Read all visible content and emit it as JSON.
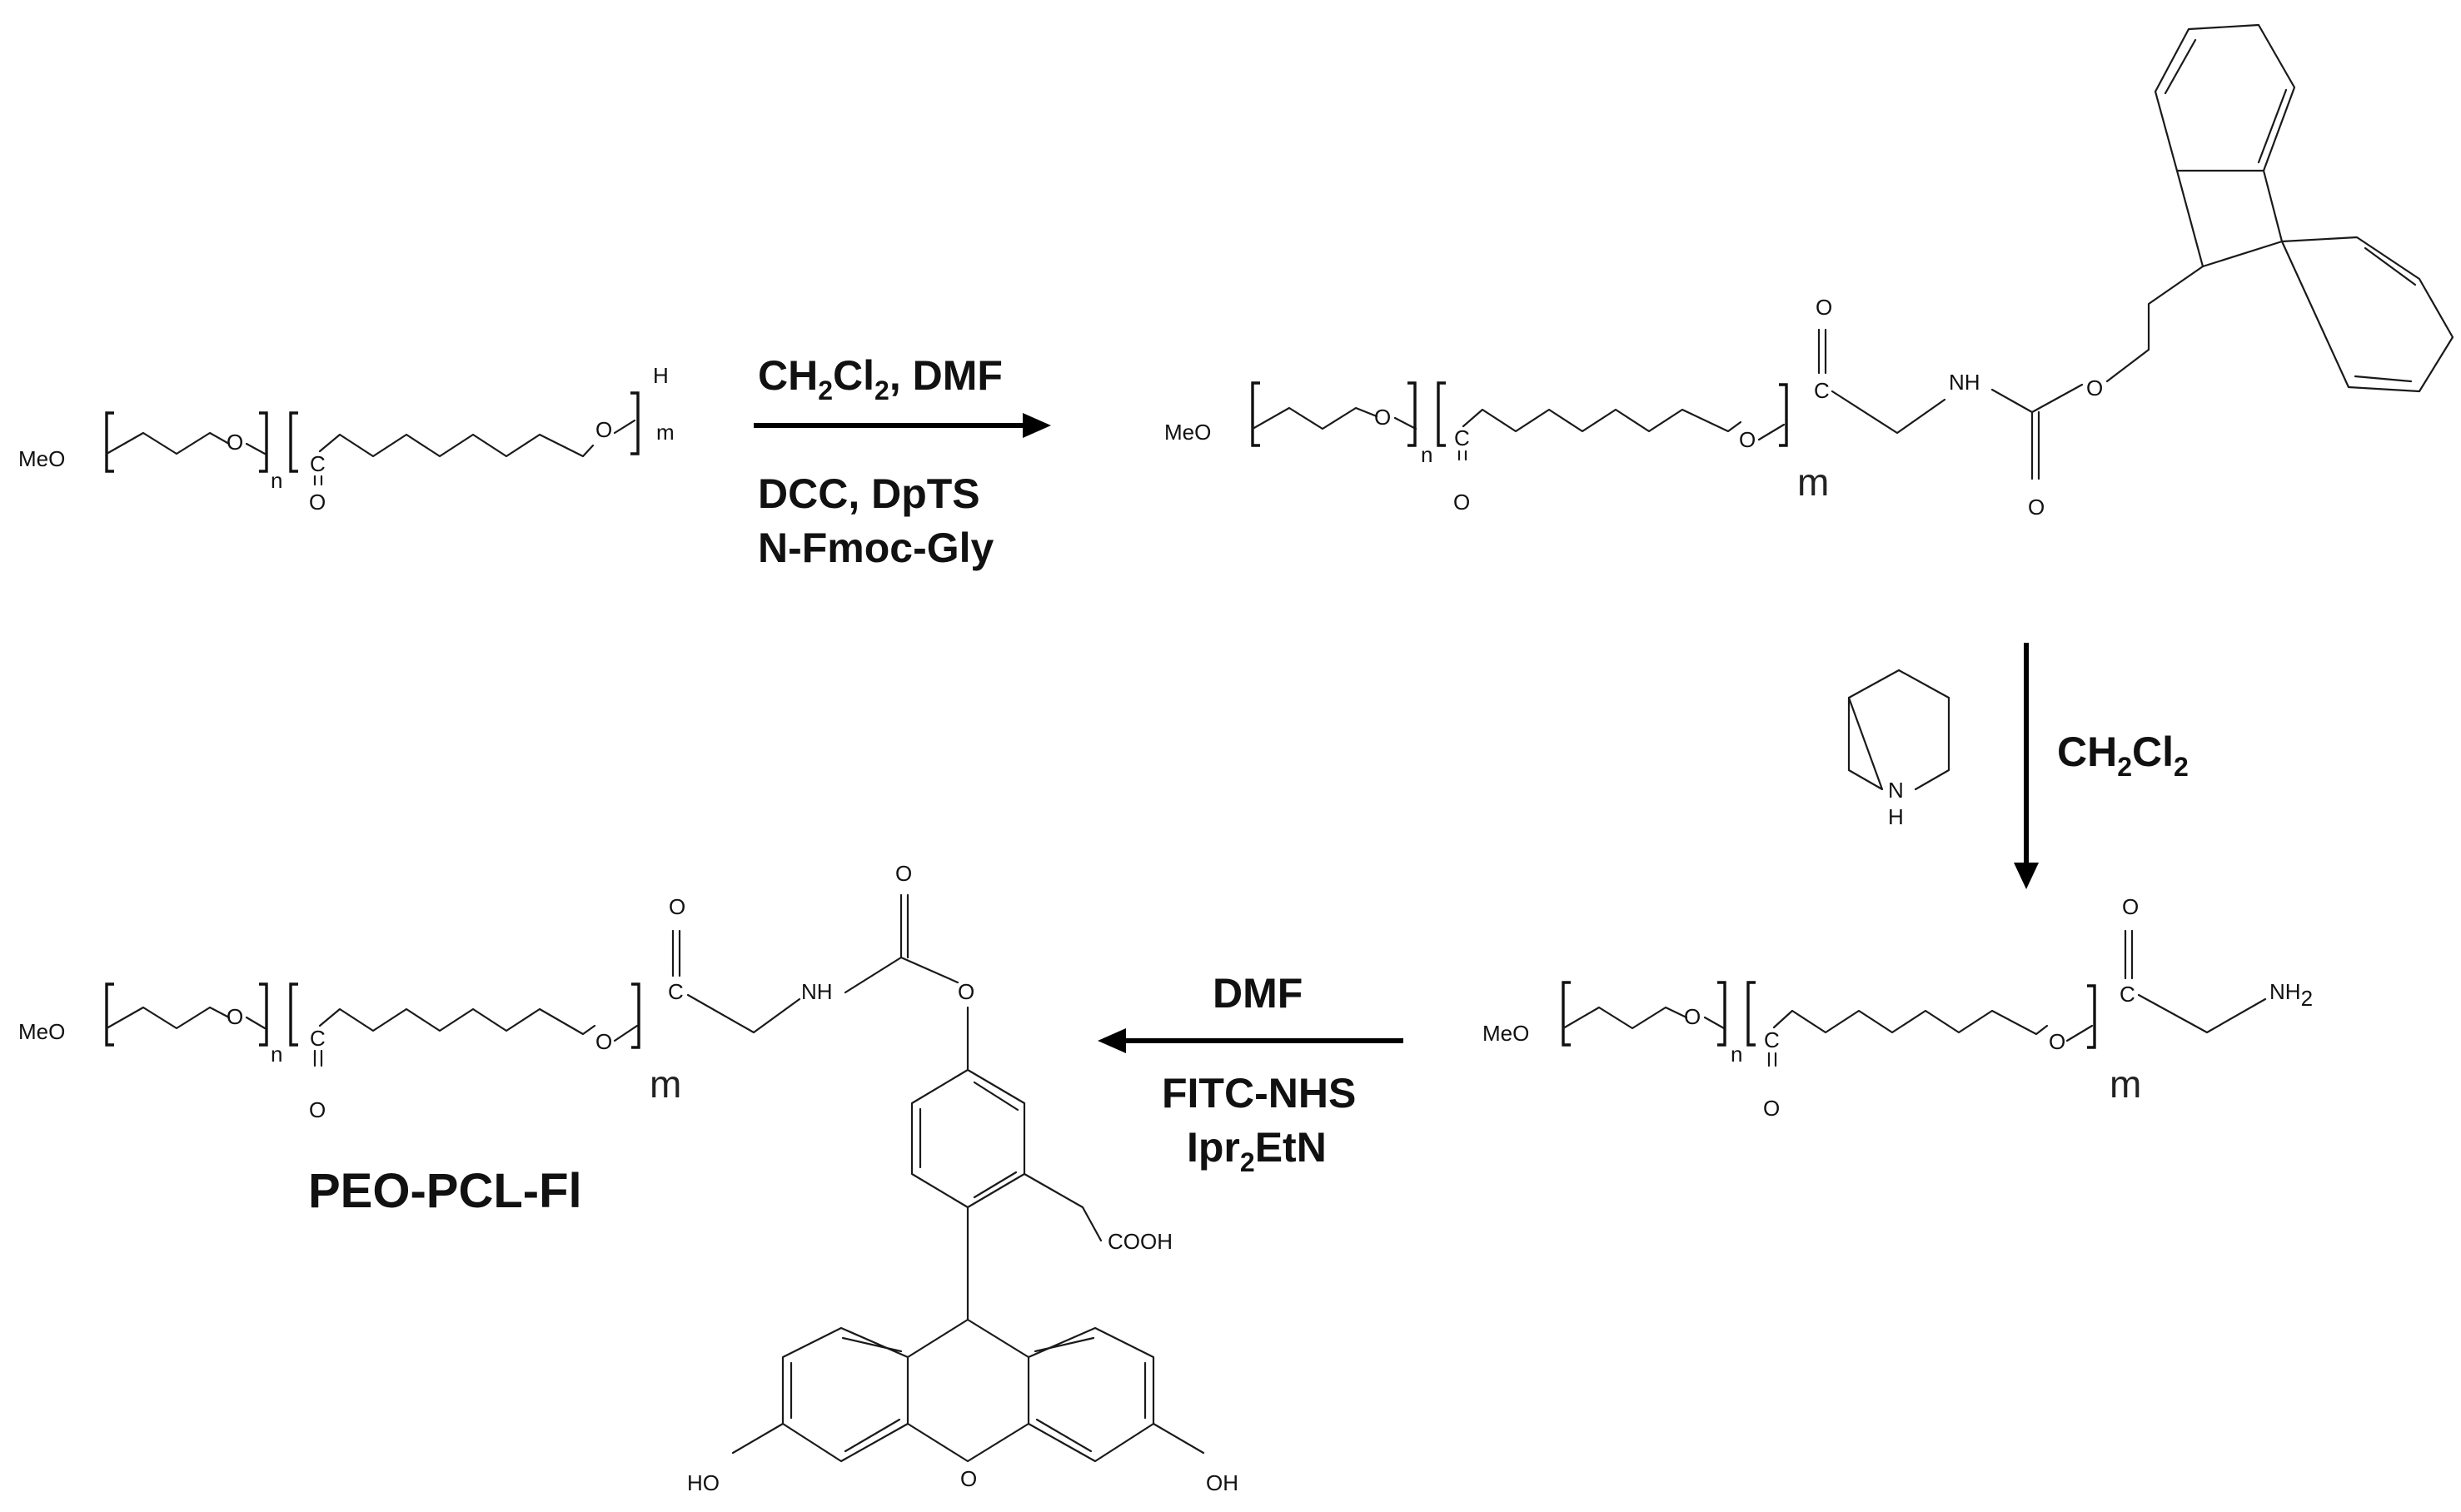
{
  "atoms": {
    "meo": "MeO",
    "o": "O",
    "c": "C",
    "h": "H",
    "nh": "NH",
    "n_atom": "N",
    "cooh": "COOH",
    "ho": "HO",
    "oh": "OH",
    "nh2": "NH",
    "two": "2"
  },
  "indices": {
    "n": "n",
    "m": "m"
  },
  "step1": {
    "line1_a": "CH",
    "line1_sub1": "2",
    "line1_b": "Cl",
    "line1_sub2": "2",
    "line1_c": ", DMF",
    "line2": "DCC, DpTS",
    "line3": "N-Fmoc-Gly"
  },
  "step2": {
    "a": "CH",
    "sub1": "2",
    "b": "Cl",
    "sub2": "2"
  },
  "step3": {
    "line1": "DMF",
    "line2": "FITC-NHS",
    "line3_a": "Ipr",
    "line3_sub": "2",
    "line3_b": "EtN"
  },
  "product_label": "PEO-PCL-Fl"
}
